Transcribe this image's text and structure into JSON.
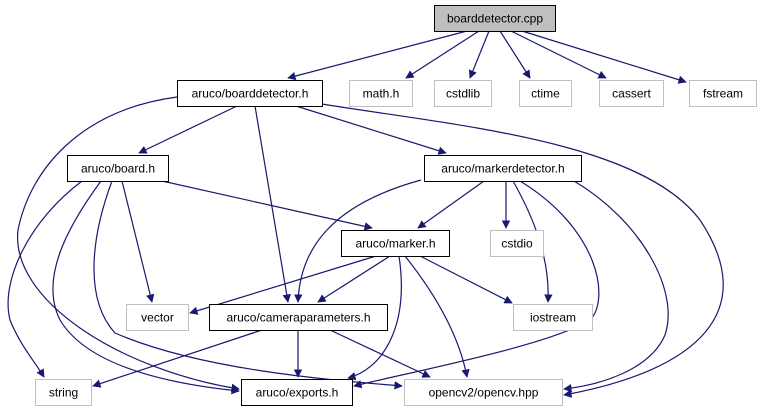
{
  "diagram": {
    "title": "boarddetector.cpp include dependency graph",
    "colors": {
      "edge": "#191970",
      "root_fill": "#bfbfbf",
      "project_border": "#000000",
      "system_border": "#bfbfbf",
      "node_fill": "#ffffff"
    },
    "nodes": [
      {
        "id": "boarddetector_cpp",
        "label": "boarddetector.cpp",
        "kind": "root"
      },
      {
        "id": "boarddetector_h",
        "label": "aruco/boarddetector.h",
        "kind": "project"
      },
      {
        "id": "math_h",
        "label": "math.h",
        "kind": "system"
      },
      {
        "id": "cstdlib",
        "label": "cstdlib",
        "kind": "system"
      },
      {
        "id": "ctime",
        "label": "ctime",
        "kind": "system"
      },
      {
        "id": "cassert",
        "label": "cassert",
        "kind": "system"
      },
      {
        "id": "fstream",
        "label": "fstream",
        "kind": "system"
      },
      {
        "id": "board_h",
        "label": "aruco/board.h",
        "kind": "project"
      },
      {
        "id": "markerdetector_h",
        "label": "aruco/markerdetector.h",
        "kind": "project"
      },
      {
        "id": "marker_h",
        "label": "aruco/marker.h",
        "kind": "project"
      },
      {
        "id": "cstdio",
        "label": "cstdio",
        "kind": "system"
      },
      {
        "id": "vector",
        "label": "vector",
        "kind": "system"
      },
      {
        "id": "cameraparameters_h",
        "label": "aruco/cameraparameters.h",
        "kind": "project"
      },
      {
        "id": "iostream",
        "label": "iostream",
        "kind": "system"
      },
      {
        "id": "string",
        "label": "string",
        "kind": "system"
      },
      {
        "id": "exports_h",
        "label": "aruco/exports.h",
        "kind": "project"
      },
      {
        "id": "opencv_hpp",
        "label": "opencv2/opencv.hpp",
        "kind": "system"
      }
    ],
    "edges": [
      {
        "from": "boarddetector_cpp",
        "to": "boarddetector_h"
      },
      {
        "from": "boarddetector_cpp",
        "to": "math_h"
      },
      {
        "from": "boarddetector_cpp",
        "to": "cstdlib"
      },
      {
        "from": "boarddetector_cpp",
        "to": "ctime"
      },
      {
        "from": "boarddetector_cpp",
        "to": "cassert"
      },
      {
        "from": "boarddetector_cpp",
        "to": "fstream"
      },
      {
        "from": "boarddetector_h",
        "to": "board_h"
      },
      {
        "from": "boarddetector_h",
        "to": "markerdetector_h"
      },
      {
        "from": "boarddetector_h",
        "to": "cameraparameters_h"
      },
      {
        "from": "boarddetector_h",
        "to": "exports_h"
      },
      {
        "from": "boarddetector_h",
        "to": "opencv_hpp"
      },
      {
        "from": "board_h",
        "to": "marker_h"
      },
      {
        "from": "board_h",
        "to": "vector"
      },
      {
        "from": "board_h",
        "to": "string"
      },
      {
        "from": "board_h",
        "to": "exports_h"
      },
      {
        "from": "board_h",
        "to": "opencv_hpp"
      },
      {
        "from": "markerdetector_h",
        "to": "marker_h"
      },
      {
        "from": "markerdetector_h",
        "to": "cstdio"
      },
      {
        "from": "markerdetector_h",
        "to": "iostream"
      },
      {
        "from": "markerdetector_h",
        "to": "cameraparameters_h"
      },
      {
        "from": "markerdetector_h",
        "to": "exports_h"
      },
      {
        "from": "markerdetector_h",
        "to": "opencv_hpp"
      },
      {
        "from": "marker_h",
        "to": "vector"
      },
      {
        "from": "marker_h",
        "to": "cameraparameters_h"
      },
      {
        "from": "marker_h",
        "to": "iostream"
      },
      {
        "from": "marker_h",
        "to": "exports_h"
      },
      {
        "from": "marker_h",
        "to": "opencv_hpp"
      },
      {
        "from": "cameraparameters_h",
        "to": "string"
      },
      {
        "from": "cameraparameters_h",
        "to": "exports_h"
      },
      {
        "from": "cameraparameters_h",
        "to": "opencv_hpp"
      }
    ]
  }
}
